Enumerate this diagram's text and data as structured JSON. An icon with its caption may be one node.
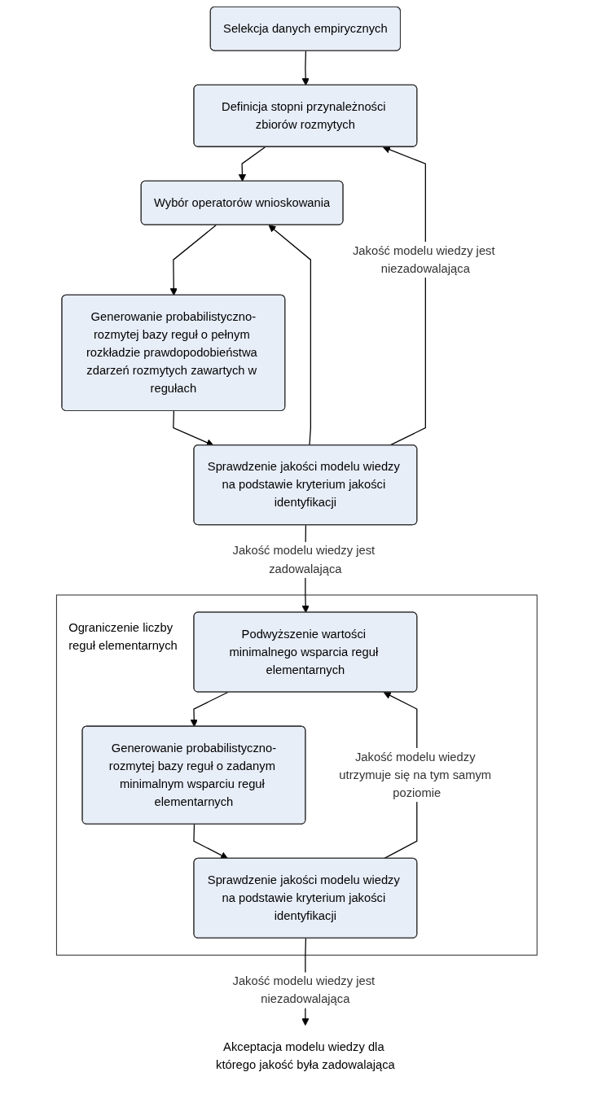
{
  "diagram": {
    "nodes": [
      {
        "text": [
          "Selekcja danych empirycznych"
        ]
      },
      {
        "text": [
          "Definicja stopni przynależności zbiorów rozmytych"
        ]
      },
      {
        "text": [
          "Wybór operatorów wnioskowania"
        ]
      },
      {
        "text": [
          "Generowanie probabilistyczno-rozmytej bazy reguł o pełnym rozkładzie prawdopodobieństwa zdarzeń rozmytych zawartych w regułach"
        ]
      },
      {
        "text": [
          "Sprawdzenie jakości modelu wiedzy na podstawie kryterium jakości identyfikacji"
        ]
      },
      {
        "text": [
          "Ograniczenie liczby reguł elementarnych"
        ]
      },
      {
        "text": [
          "Podwyższenie wartości minimalnego wsparcia reguł elementarnych"
        ],
        "in": 5
      },
      {
        "text": [
          "Generowanie probabilistyczno-rozmytej bazy reguł o zadanym minimalnym wsparciu reguł elementarnych"
        ],
        "in": 5
      },
      {
        "text": [
          "Sprawdzenie jakości modelu wiedzy na podstawie kryterium jakości identyfikacji"
        ],
        "in": 5
      },
      {
        "text": [
          "Akceptacja modelu wiedzy dla którego jakość była zadowalająca"
        ]
      }
    ],
    "edges": [
      {
        "from": 0,
        "to": 1,
        "arrow": "to"
      },
      {
        "from": 1,
        "to": 2,
        "arrow": "to"
      },
      {
        "from": 2,
        "to": 3,
        "arrow": "to"
      },
      {
        "from": 3,
        "to": 4,
        "arrow": "to"
      },
      {
        "from": 4,
        "to": 1,
        "arrow": "to",
        "label": "Jakość modelu wiedzy jest niezadowalająca"
      },
      {
        "from": 4,
        "to": 2,
        "arrow": "to"
      },
      {
        "from": 4,
        "to": 6,
        "arrow": "to",
        "label": "Jakość modelu wiedzy jest zadowalająca"
      },
      {
        "from": 6,
        "to": 7,
        "arrow": "to"
      },
      {
        "from": 7,
        "to": 8,
        "arrow": "to"
      },
      {
        "from": 8,
        "to": 6,
        "arrow": "to",
        "label": "Jakość modelu wiedzy utrzymuje się na tym samym poziomie"
      },
      {
        "from": 8,
        "to": 9,
        "arrow": "to",
        "label": "Jakość modelu wiedzy jest niezadowalająca"
      }
    ]
  }
}
